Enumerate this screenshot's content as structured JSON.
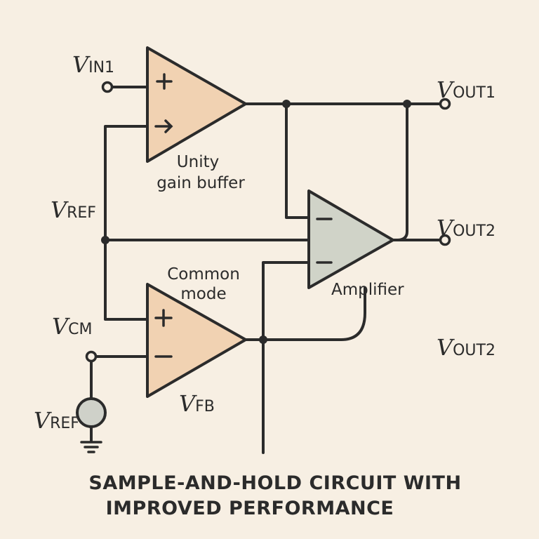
{
  "labels": {
    "vin1": {
      "main": "V",
      "sub": "IN1"
    },
    "vout1": {
      "main": "V",
      "sub": "OUT1"
    },
    "vout2": {
      "main": "V",
      "sub": "OUT2"
    },
    "vout2_extra": {
      "main": "V",
      "sub": "OUT2"
    },
    "vref_mid": {
      "main": "V",
      "sub": "REF"
    },
    "vref_bottom": {
      "main": "V",
      "sub": "REF"
    },
    "vcm": {
      "main": "V",
      "sub": "CM"
    },
    "vfb": {
      "main": "V",
      "sub": "FB"
    },
    "unity_gain_buffer": [
      "Unity",
      "gain buffer"
    ],
    "common_mode": [
      "Common",
      "mode"
    ],
    "amplifier": "Amplifier"
  },
  "caption": [
    "SAMPLE-AND-HOLD CIRCUIT WITH",
    "IMPROVED PERFORMANCE"
  ],
  "colors": {
    "background": "#f7efe3",
    "buffer_fill": "#f1d2b2",
    "amplifier_fill": "#d0d3c8",
    "source_fill": "#cfd1c9",
    "line": "#2b2b2b"
  }
}
